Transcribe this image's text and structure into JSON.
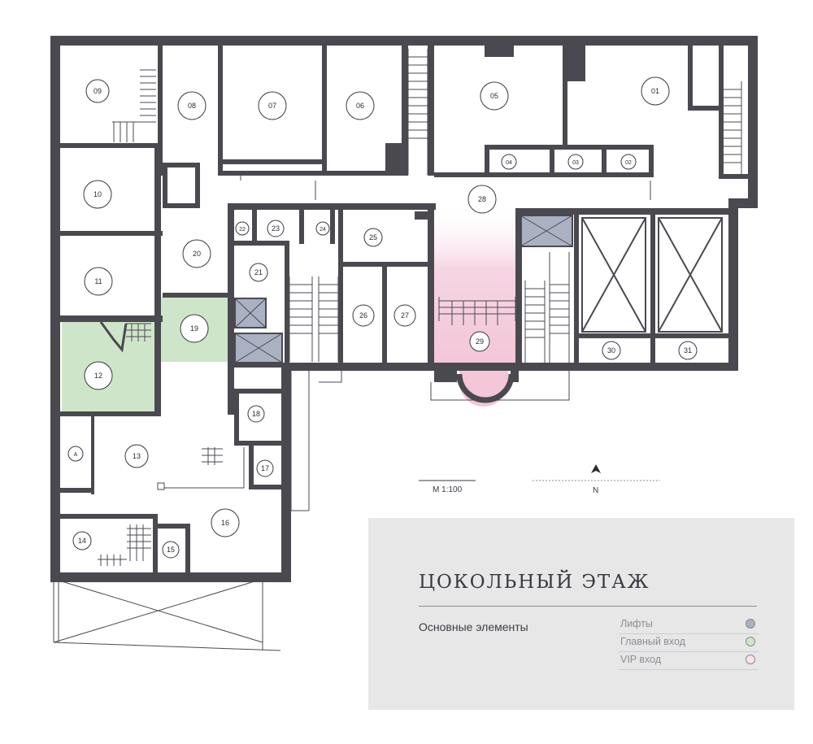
{
  "plan": {
    "title": "ЦОКОЛЬНЫЙ ЭТАЖ",
    "subtitle": "Основные элементы",
    "scale_label": "М 1:100",
    "north_label": "N"
  },
  "legend": [
    {
      "label": "Лифты",
      "color": "#a9b1c2"
    },
    {
      "label": "Главный вход",
      "color": "#cfe5c9"
    },
    {
      "label": "VIP вход",
      "color": "#fce4ec"
    }
  ],
  "colors": {
    "wall": "#4b4950",
    "elevator": "#a9b1c2",
    "main_entrance": "#cfe5c9",
    "vip_entrance": "#f6d5e3"
  },
  "rooms": [
    "09",
    "08",
    "07",
    "06",
    "05",
    "01",
    "04",
    "03",
    "02",
    "10",
    "28",
    "22",
    "23",
    "24",
    "25",
    "20",
    "21",
    "11",
    "26",
    "27",
    "19",
    "29",
    "12",
    "30",
    "31",
    "18",
    "A",
    "13",
    "17",
    "16",
    "14",
    "15"
  ]
}
